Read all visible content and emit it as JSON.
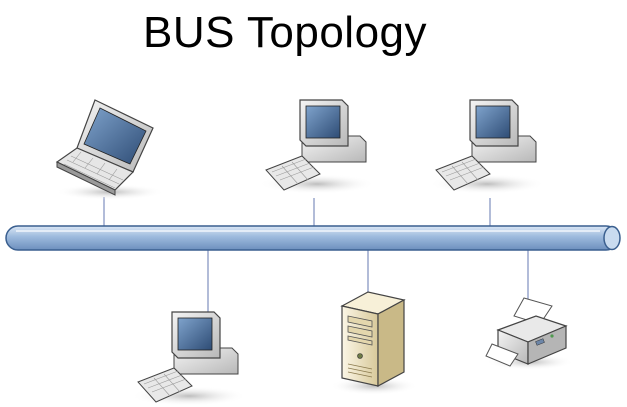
{
  "diagram": {
    "title": "BUS Topology",
    "nodes": [
      {
        "id": "laptop",
        "type": "laptop",
        "side": "top"
      },
      {
        "id": "desktop-1",
        "type": "desktop",
        "side": "top"
      },
      {
        "id": "desktop-2",
        "type": "desktop",
        "side": "top"
      },
      {
        "id": "desktop-3",
        "type": "desktop",
        "side": "bottom"
      },
      {
        "id": "server",
        "type": "server",
        "side": "bottom"
      },
      {
        "id": "printer",
        "type": "printer",
        "side": "bottom"
      }
    ],
    "colors": {
      "bus_fill": "#8fb0d6",
      "bus_highlight": "#c9dbef",
      "bus_stroke": "#3a5f8f",
      "drop_line": "#8090c0",
      "device_gray": "#d9d9d9",
      "device_dark": "#555555",
      "screen": "#4a6f9a",
      "server_body": "#efe6c8"
    }
  }
}
